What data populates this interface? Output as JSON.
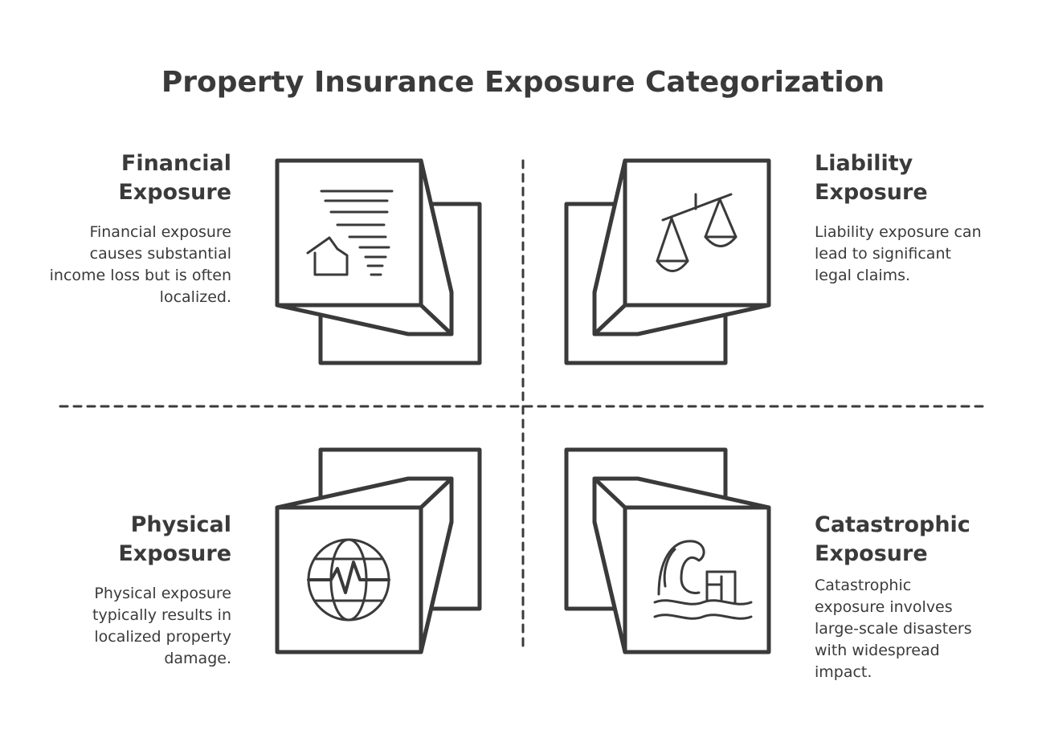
{
  "title": "Property Insurance Exposure Categorization",
  "quadrants": {
    "financial": {
      "title_line1": "Financial",
      "title_line2": "Exposure",
      "description": "Financial exposure causes substantial income loss but is often localized.",
      "icon": "document-house-icon"
    },
    "liability": {
      "title_line1": "Liability",
      "title_line2": "Exposure",
      "description": "Liability exposure can lead to significant legal claims.",
      "icon": "scales-icon"
    },
    "physical": {
      "title_line1": "Physical",
      "title_line2": "Exposure",
      "description": "Physical exposure typically results in localized property damage.",
      "icon": "globe-seismic-icon"
    },
    "catastrophic": {
      "title_line1": "Catastrophic",
      "title_line2": "Exposure",
      "description": "Catastrophic exposure involves large-scale disasters with widespread impact.",
      "icon": "wave-building-icon"
    }
  },
  "colors": {
    "stroke": "#3a3a3a",
    "background": "#ffffff"
  }
}
